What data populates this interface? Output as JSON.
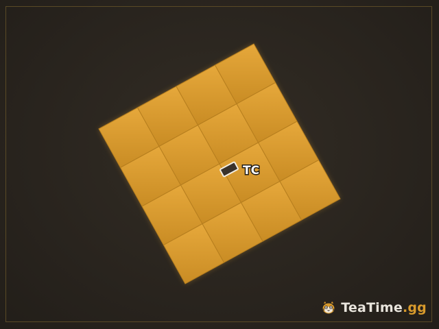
{
  "board": {
    "rows": 4,
    "cols": 4,
    "tile_color": "#e3a436",
    "tile_shade_color": "#c98c24",
    "tile_edge_color": "#b67e1e",
    "background_color": "#2b2620",
    "frame_color": "#5a4a26"
  },
  "marker": {
    "label": "TC",
    "icon": "foundation-marker-icon",
    "fill_color": "#3a322a",
    "stroke_color": "#f2ede2"
  },
  "brand": {
    "logo_icon": "teatime-cat-logo-icon",
    "name": "TeaTime",
    "tld": ".gg",
    "tld_color": "#d89a2c"
  }
}
